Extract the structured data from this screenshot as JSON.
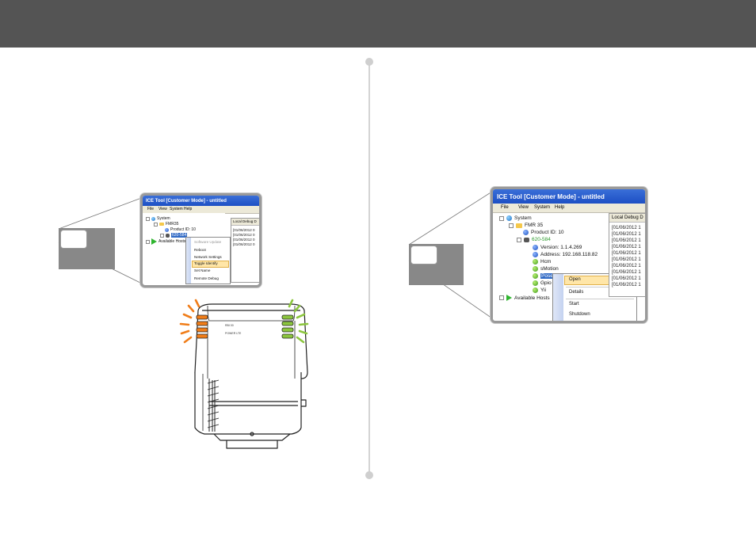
{
  "colors": {
    "header_band": "#545454",
    "divider": "#d4d4d4",
    "titlebar_blue": "#1d4fc4",
    "orange_led": "#f07d19",
    "green_led": "#8cc63e",
    "highlight": "#ffe6a8"
  },
  "left_window": {
    "title": "ICE Tool [Customer Mode] - untitled",
    "menu": [
      "File",
      "View",
      "System",
      "Help"
    ],
    "tree": {
      "system": "System",
      "fmr": "FMR35",
      "product_id": "Product ID: 10",
      "device": "620-584",
      "available_hosts": "Available Hosts"
    },
    "context_menu": [
      "Software Update",
      "Reboot",
      "Network Settings",
      "Toggle Identify",
      "Set Name",
      "Remote Debug"
    ],
    "debug_header": "Local Debug D",
    "debug_lines": [
      "[01/06/2012 0",
      "[01/06/2012 0",
      "[01/06/2012 0",
      "[01/06/2012 0"
    ]
  },
  "device_labels": {
    "label1": "RBI 00",
    "label2": "POWER  LTE"
  },
  "right_window": {
    "title": "ICE Tool [Customer Mode] - untitled",
    "menu": [
      "File",
      "View",
      "System",
      "Help"
    ],
    "tree": {
      "system": "System",
      "fmr": "FMR 35",
      "product_id": "Product ID: 10",
      "device": "620-584",
      "version": "Version: 1.1.4.269",
      "address": "Address: 192.168.118.82",
      "node_hcm": "Hcm",
      "node_smotion": "sMotion",
      "node_hidden": "Poser",
      "node_gpio": "Gpio",
      "node_yii": "Yii",
      "available_hosts": "Available Hosts"
    },
    "context_menu": [
      "Open",
      "Details",
      "Start",
      "Shutdown"
    ],
    "debug_header": "Local Debug D",
    "debug_lines": [
      "[01/06/2012 1",
      "[01/06/2012 1",
      "[01/06/2012 1",
      "[01/06/2012 1",
      "[01/06/2012 1",
      "[01/06/2012 1",
      "[01/06/2012 1",
      "[01/06/2012 1",
      "[01/06/2012 1",
      "[01/06/2012 1"
    ]
  }
}
